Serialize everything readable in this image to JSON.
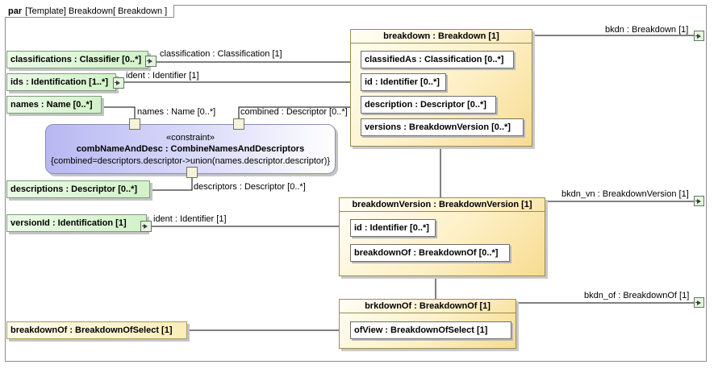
{
  "diagram": {
    "kind": "par",
    "title": "[Template] Breakdown[ Breakdown ]"
  },
  "blocks": {
    "breakdown": {
      "title": "breakdown : Breakdown [1]",
      "parts": {
        "classified_as": "classifiedAs : Classification [0..*]",
        "id": "id : Identifier [0..*]",
        "description": "description : Descriptor [0..*]",
        "versions": "versions : BreakdownVersion [0..*]"
      }
    },
    "breakdown_version": {
      "title": "breakdownVersion : BreakdownVersion [1]",
      "parts": {
        "id": "id : Identifier [0..*]",
        "breakdown_of": "breakdownOf : BreakdownOf [0..*]"
      }
    },
    "brkdown_of": {
      "title": "brkdownOf : BreakdownOf [1]",
      "parts": {
        "of_view": "ofView : BreakdownOfSelect [1]"
      }
    }
  },
  "parameters": {
    "classifications": "classifications : Classifier [0..*]",
    "ids": "ids : Identification [1..*]",
    "names": "names : Name [0..*]",
    "descriptions": "descriptions : Descriptor [0..*]",
    "version_id": "versionId : Identification [1]",
    "breakdown_of": "breakdownOf : BreakdownOfSelect [1]"
  },
  "constraint": {
    "stereotype": "«constraint»",
    "name": "combNameAndDesc : CombineNamesAndDescriptors",
    "specification": "{combined=descriptors.descriptor->union(names.descriptor.descriptor)}"
  },
  "connector_labels": {
    "classification": "classification : Classification [1]",
    "ident_1": "ident : Identifier [1]",
    "names": "names : Name [0..*]",
    "combined": "combined : Descriptor [0..*]",
    "descriptors": "descriptors : Descriptor [0..*]",
    "ident_2": "ident : Identifier [1]",
    "bkdn": "bkdn : Breakdown [1]",
    "bkdn_vn": "bkdn_vn : BreakdownVersion [1]",
    "bkdn_of": "bkdn_of : BreakdownOf [1]"
  },
  "colors": {
    "block_fill": "#fdf0c6",
    "param_fill": "#d2f2c8",
    "constraint_fill": "#b8b8f2",
    "line": "#000000"
  }
}
